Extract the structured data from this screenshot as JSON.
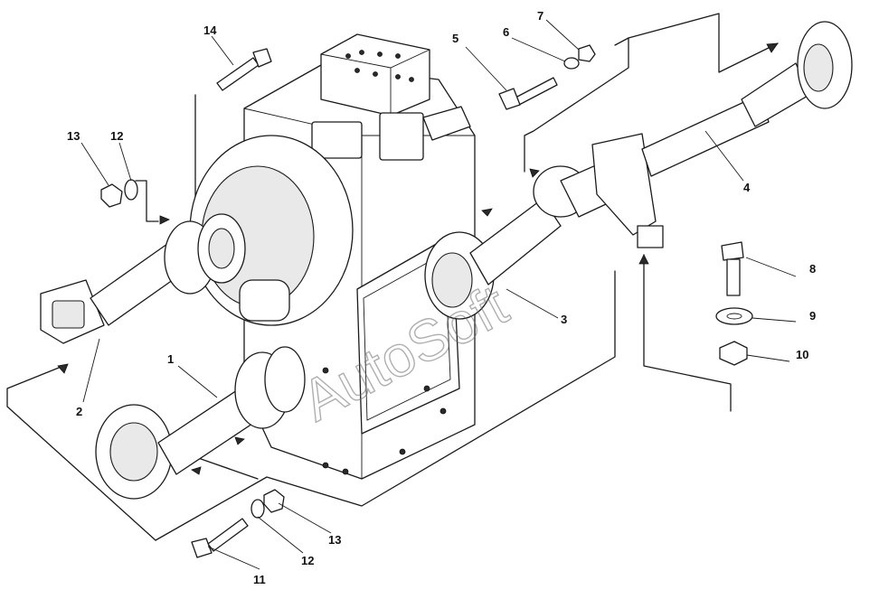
{
  "callouts": [
    {
      "id": "1",
      "label": "1"
    },
    {
      "id": "2",
      "label": "2"
    },
    {
      "id": "3",
      "label": "3"
    },
    {
      "id": "4",
      "label": "4"
    },
    {
      "id": "5",
      "label": "5"
    },
    {
      "id": "6",
      "label": "6"
    },
    {
      "id": "7",
      "label": "7"
    },
    {
      "id": "8",
      "label": "8"
    },
    {
      "id": "9",
      "label": "9"
    },
    {
      "id": "10",
      "label": "10"
    },
    {
      "id": "11",
      "label": "11"
    },
    {
      "id": "12a",
      "label": "12"
    },
    {
      "id": "12b",
      "label": "12"
    },
    {
      "id": "13a",
      "label": "13"
    },
    {
      "id": "13b",
      "label": "13"
    },
    {
      "id": "14",
      "label": "14"
    }
  ],
  "watermark": "AutoSoft"
}
